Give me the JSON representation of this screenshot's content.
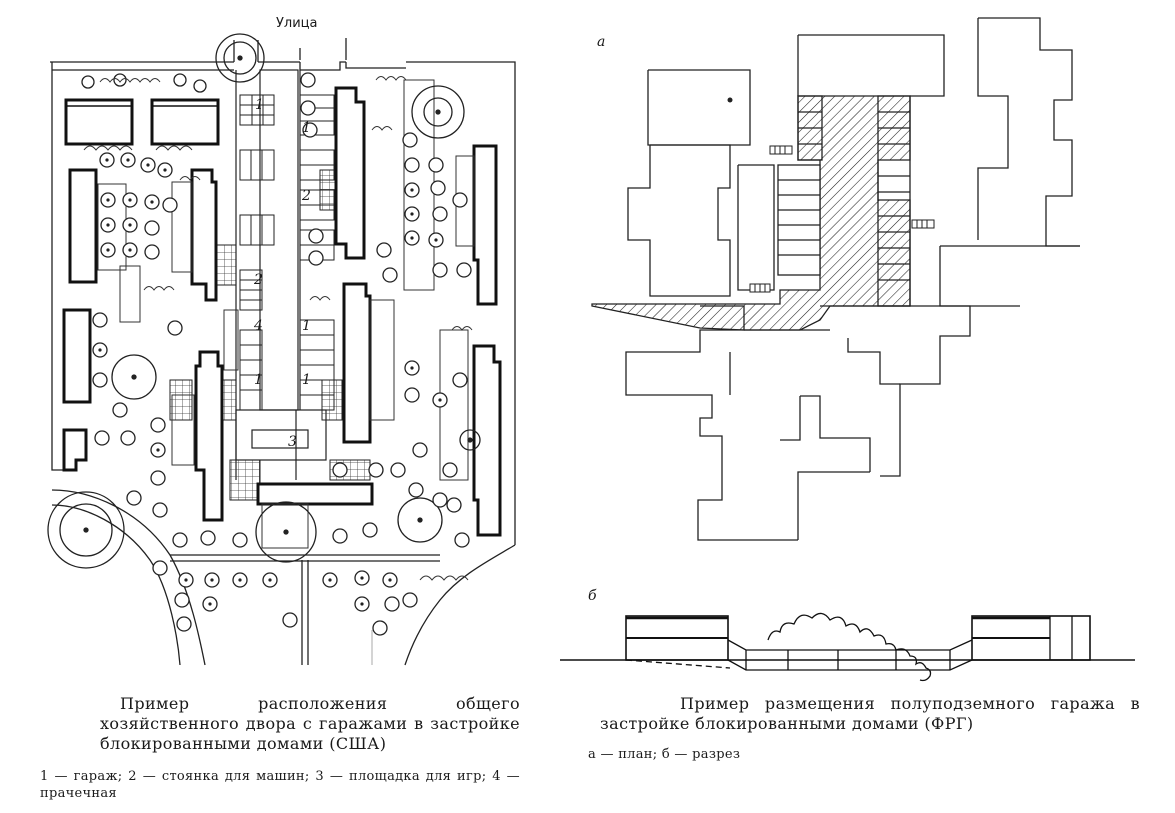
{
  "left_figure": {
    "street_label": "Улица",
    "plan_numbers": [
      "1",
      "1",
      "2",
      "2",
      "4",
      "1",
      "1",
      "1",
      "3"
    ],
    "caption": "Пример расположения общего хозяйственного двора с гаражами в застройке блокированными домами (США)",
    "legend": "1 — гараж; 2 — стоянка для машин; 3 — площадка для игр; 4 — прачечная"
  },
  "right_figure": {
    "label_a": "а",
    "label_b": "б",
    "caption": "Пример размещения полуподземного гаража в застройке блокированными домами (ФРГ)",
    "legend": "а — план; б — разрез"
  }
}
